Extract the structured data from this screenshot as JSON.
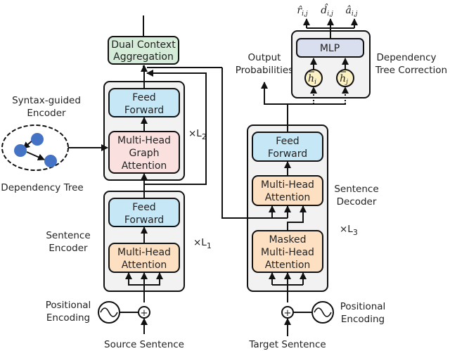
{
  "diagram": {
    "colors": {
      "feed_forward": "#c6e7f5",
      "attention": "#fde0c2",
      "graph_attention": "#fbe0e0",
      "aggregation": "#d4ecd8",
      "mlp": "#dadff0",
      "hidden_node": "#fbf1c2",
      "tree_node": "#4472c4",
      "container": "#f2f2f2",
      "stroke": "#111111"
    },
    "aggregation": {
      "line1": "Dual Context",
      "line2": "Aggregation"
    },
    "syntax_encoder": {
      "label_line1": "Syntax-guided",
      "label_line2": "Encoder",
      "feed_forward": {
        "line1": "Feed",
        "line2": "Forward"
      },
      "graph_attention": {
        "line1": "Multi-Head",
        "line2": "Graph",
        "line3": "Attention"
      },
      "repeat_prefix": "×L",
      "repeat_sub": "2"
    },
    "dependency_tree": {
      "label": "Dependency Tree"
    },
    "sentence_encoder": {
      "label_line1": "Sentence",
      "label_line2": "Encoder",
      "feed_forward": {
        "line1": "Feed",
        "line2": "Forward"
      },
      "attention": {
        "line1": "Multi-Head",
        "line2": "Attention"
      },
      "repeat_prefix": "×L",
      "repeat_sub": "1"
    },
    "source_positional": {
      "line1": "Positional",
      "line2": "Encoding"
    },
    "source_input": "Source Sentence",
    "sentence_decoder": {
      "label_line1": "Sentence",
      "label_line2": "Decoder",
      "feed_forward": {
        "line1": "Feed",
        "line2": "Forward"
      },
      "attention": {
        "line1": "Multi-Head",
        "line2": "Attention"
      },
      "masked_attention": {
        "line1": "Masked",
        "line2": "Multi-Head",
        "line3": "Attention"
      },
      "repeat_prefix": "×L",
      "repeat_sub": "3"
    },
    "target_positional": {
      "line1": "Positional",
      "line2": "Encoding"
    },
    "target_input": "Target Sentence",
    "output_probabilities": {
      "line1": "Output",
      "line2": "Probabilities"
    },
    "tree_correction": {
      "label_line1": "Dependency",
      "label_line2": "Tree Correction",
      "mlp": "MLP",
      "node_i": {
        "base": "h",
        "sub": "i"
      },
      "node_j": {
        "base": "h",
        "sub": "j"
      },
      "outputs": [
        {
          "base": "r̂",
          "sub": "i,j"
        },
        {
          "base": "d̂",
          "sub": "i,j"
        },
        {
          "base": "â",
          "sub": "i,j"
        }
      ]
    },
    "plus_symbol": "+"
  }
}
